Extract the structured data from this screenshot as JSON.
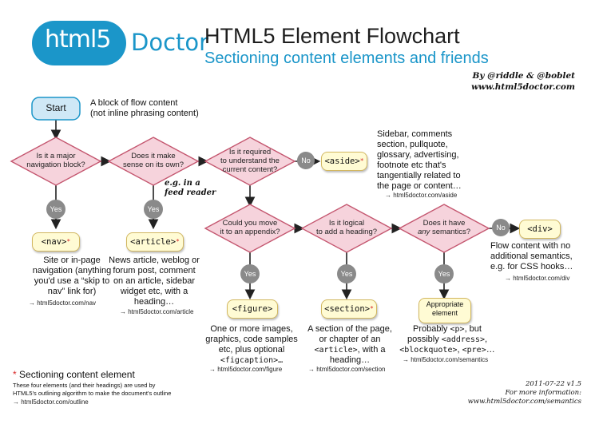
{
  "logo": {
    "html": "html5",
    "doctor": "Doctor"
  },
  "title": "HTML5 Element Flowchart",
  "subtitle": "Sectioning content elements and friends",
  "byline": {
    "authors": "By @riddle & @boblet",
    "site": "www.html5doctor.com"
  },
  "start": {
    "label": "Start",
    "desc": "A block of flow content\n(not inline phrasing content)"
  },
  "decisions": {
    "nav": "Is it a major\nnavigation block?",
    "own": "Does it make\nsense on its own?",
    "required": "Is it required\nto understand the\ncurrent content?",
    "appendix": "Could you move\nit to an appendix?",
    "heading": "Is it logical\nto add a heading?",
    "semantics_pre": "Does it have",
    "semantics_em": "any",
    "semantics_post": "semantics?"
  },
  "answers": {
    "yes": "Yes",
    "no": "No"
  },
  "feed_note": "e.g. in a\nfeed reader",
  "elements": {
    "nav": "<nav>",
    "article": "<article>",
    "aside": "<aside>",
    "figure": "<figure>",
    "section": "<section>",
    "appropriate": "Appropriate\nelement",
    "div": "<div>"
  },
  "descriptions": {
    "nav": "Site or in-page\nnavigation (anything\nyou'd use a “skip to\nnav” link for)",
    "article": "News article, weblog or\nforum post, comment\non an article, sidebar\nwidget etc, with a\nheading…",
    "aside": "Sidebar, comments\nsection, pullquote,\nglossary, advertising,\nfootnote etc that's\ntangentially related to\nthe page or content…",
    "figure_1": "One or more images,\ngraphics, code samples\netc, plus optional",
    "figure_code": "<figcaption>…",
    "section_1": "A section of the page,\nor chapter of an",
    "section_code": "<article>",
    "section_2": ", with a\nheading…",
    "semantics_1": "Probably",
    "semantics_p": "<p>",
    "semantics_2": ", but\npossibly",
    "semantics_address": "<address>",
    "semantics_comma": ",",
    "semantics_quote": "<blockquote>",
    "semantics_comma2": ",",
    "semantics_pre": "<pre>",
    "semantics_3": "…",
    "div": "Flow content with no\nadditional semantics,\ne.g. for CSS hooks…"
  },
  "links": {
    "nav": "→ html5doctor.com/nav",
    "article": "→ html5doctor.com/article",
    "aside": "→ html5doctor.com/aside",
    "figure": "→ html5doctor.com/figure",
    "section": "→ html5doctor.com/section",
    "semantics": "→ html5doctor.com/semantics",
    "div": "→ html5doctor.com/div"
  },
  "legend": {
    "star": "*",
    "title": "Sectioning content element",
    "text": "These four elements (and their headings) are used by\nHTML5's outlining algorithm to make the document's outline",
    "link": "→ html5doctor.com/outline"
  },
  "footer": {
    "version": "2011-07-22 v1.5",
    "more": "For more information:",
    "url": "www.html5doctor.com/semantics"
  },
  "colors": {
    "brand_blue": "#1b96c9",
    "diamond_fill": "#f6d3dc",
    "diamond_stroke": "#c4566f",
    "tag_fill": "#fffbd4",
    "start_fill": "#cfe8f6",
    "star_red": "#d92a2a",
    "bubble_gray": "#8a8a8a"
  }
}
